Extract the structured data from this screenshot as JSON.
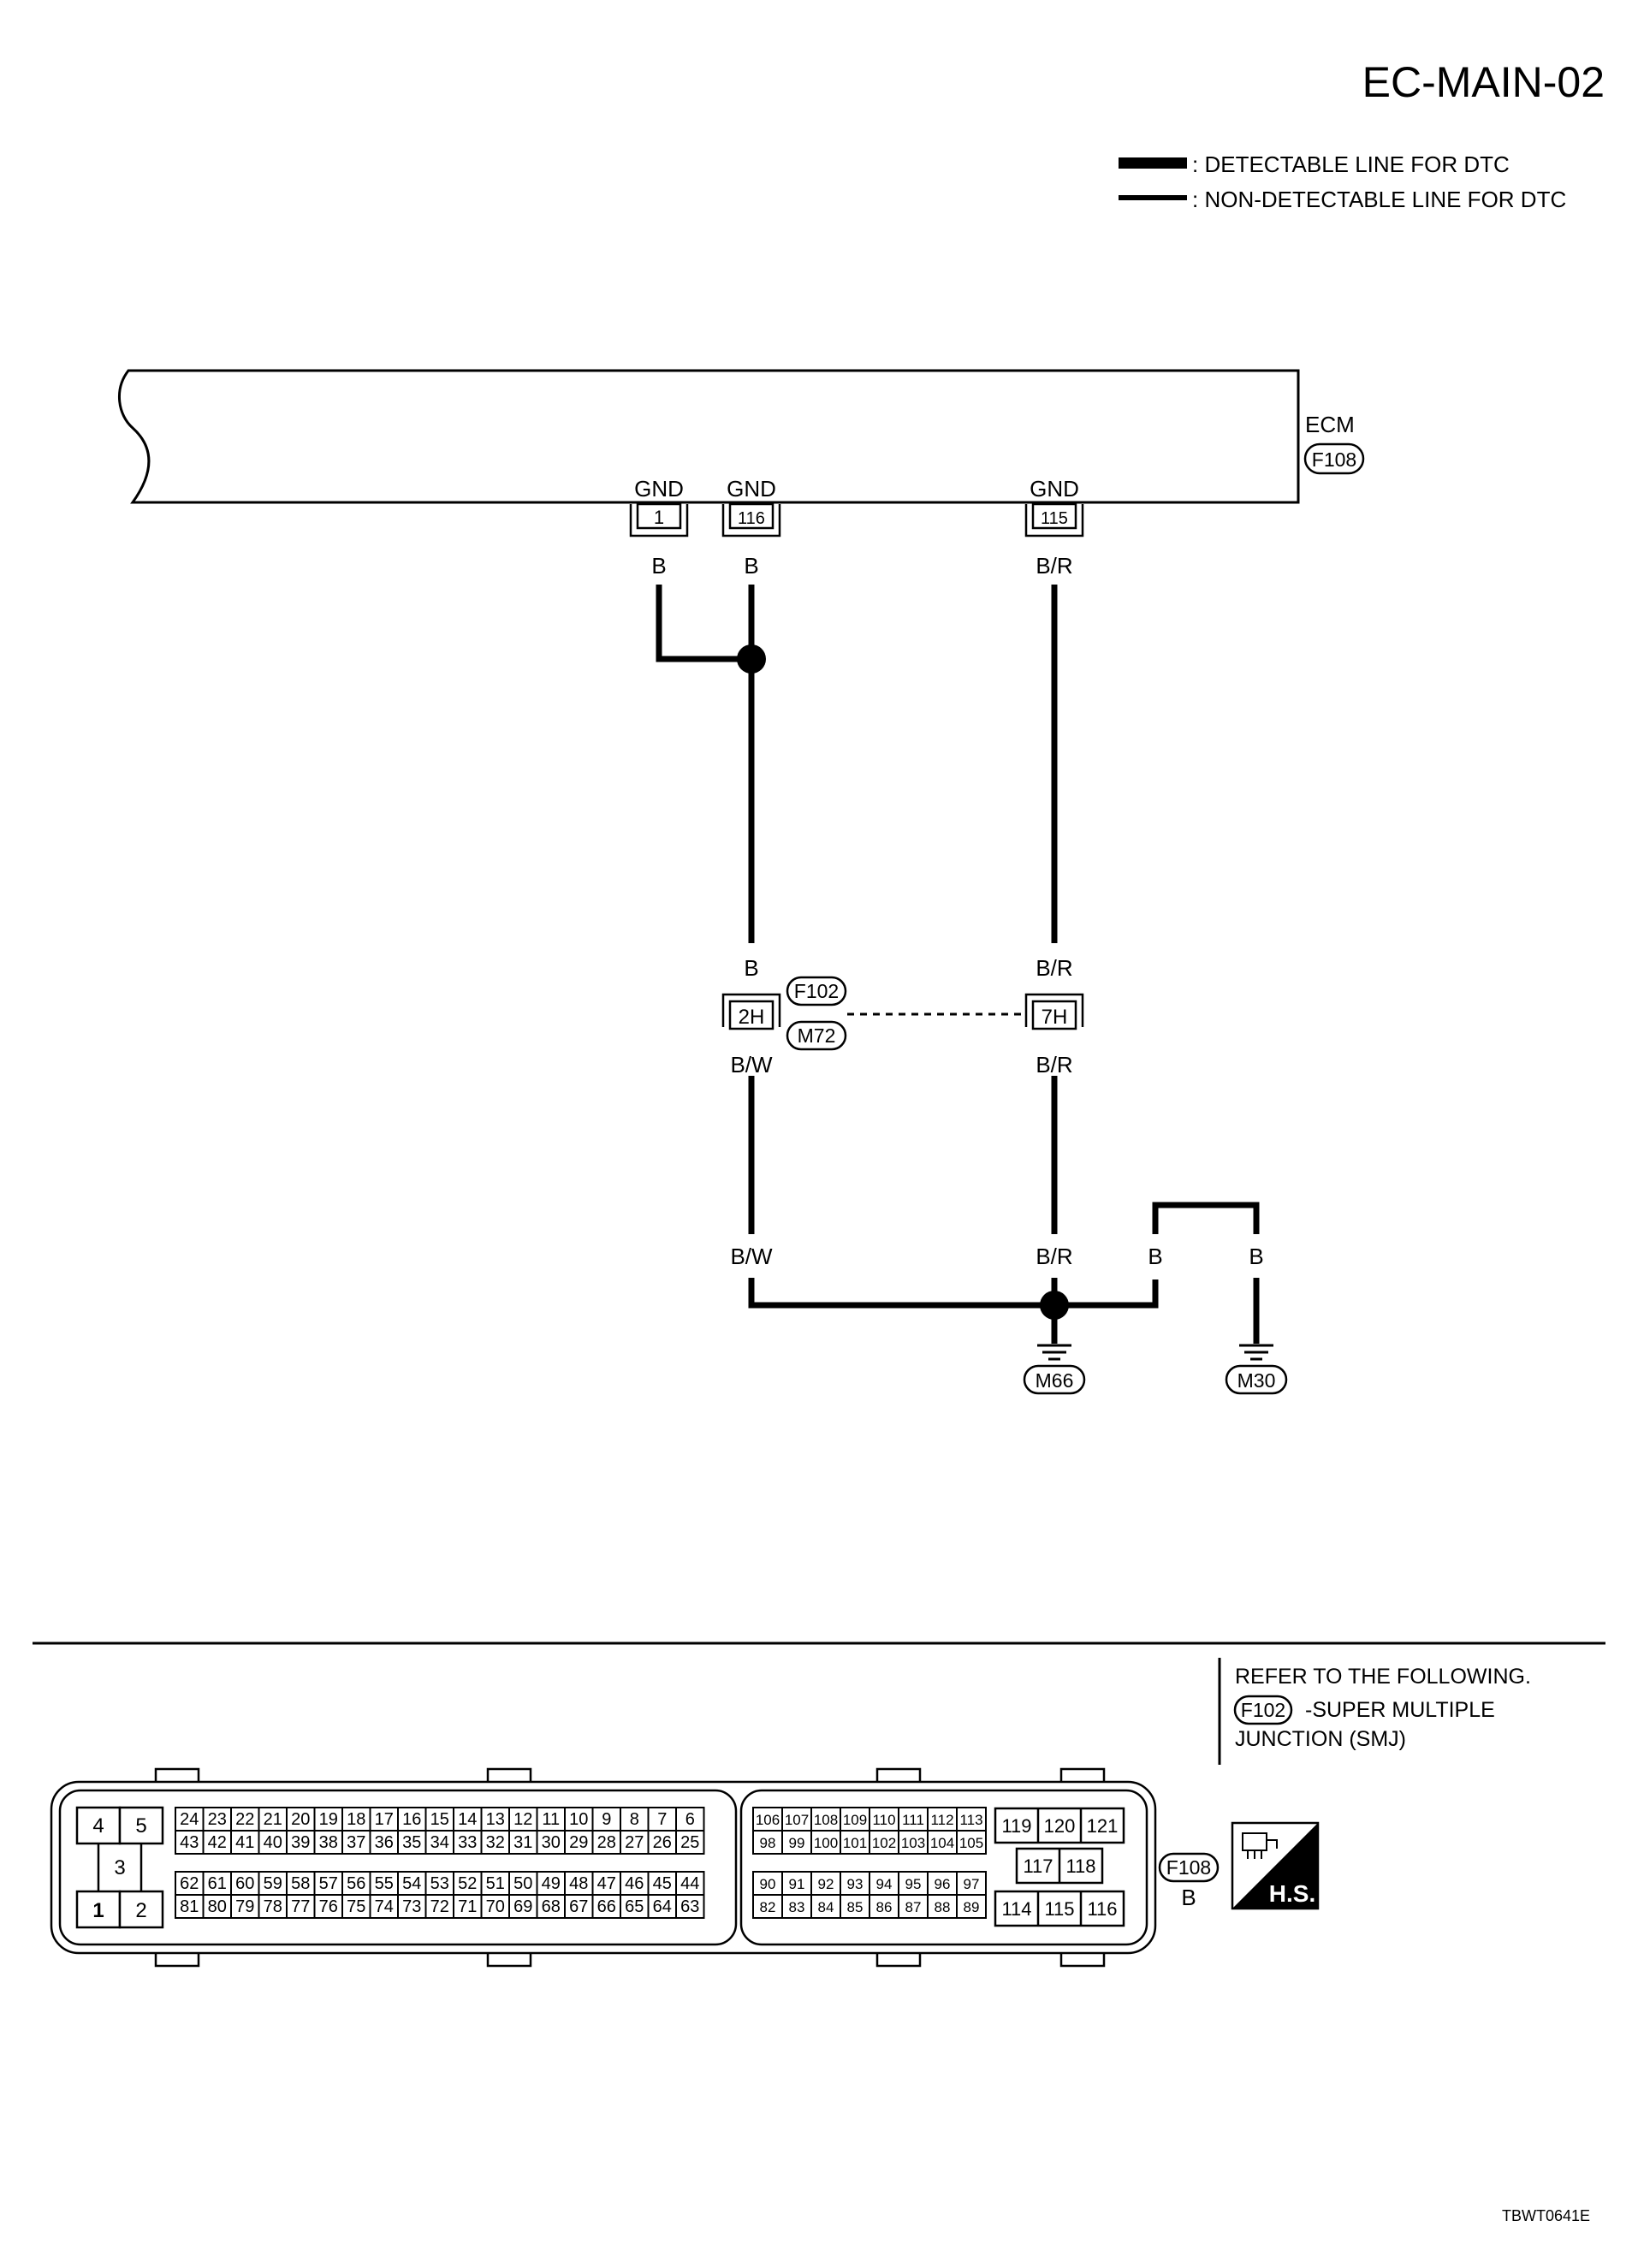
{
  "page": {
    "title": "EC-MAIN-02",
    "figure_code": "TBWT0641E"
  },
  "legend": {
    "detectable": ": DETECTABLE LINE FOR DTC",
    "non_detectable": ": NON-DETECTABLE LINE FOR DTC"
  },
  "ecm": {
    "label": "ECM",
    "connector": "F108",
    "terminals": [
      {
        "name": "GND",
        "pin": "1",
        "wire": "B"
      },
      {
        "name": "GND",
        "pin": "116",
        "wire": "B"
      },
      {
        "name": "GND",
        "pin": "115",
        "wire": "B/R"
      }
    ]
  },
  "junction": {
    "connector_top": "F102",
    "connector_bottom": "M72",
    "left": {
      "pin": "2H",
      "wire_in": "B",
      "wire_out": "B/W"
    },
    "right": {
      "pin": "7H",
      "wire_in": "B/R",
      "wire_out": "B/R"
    }
  },
  "grounds": {
    "wire_bw": "B/W",
    "wire_br": "B/R",
    "wire_b1": "B",
    "wire_b2": "B",
    "ground_1": "M66",
    "ground_2": "M30"
  },
  "refer": {
    "heading": "REFER TO THE FOLLOWING.",
    "connector": "F102",
    "line1": "-SUPER MULTIPLE",
    "line2": "JUNCTION (SMJ)"
  },
  "connector_face": {
    "code": "F108",
    "color": "B",
    "badge": "H.S.",
    "block1_top": [
      "4",
      "5"
    ],
    "block1_mid": "3",
    "block1_bottom": [
      "1",
      "2"
    ],
    "block2_row1": [
      "24",
      "23",
      "22",
      "21",
      "20",
      "19",
      "18",
      "17",
      "16",
      "15",
      "14",
      "13",
      "12",
      "11",
      "10",
      "9",
      "8",
      "7",
      "6"
    ],
    "block2_row2": [
      "43",
      "42",
      "41",
      "40",
      "39",
      "38",
      "37",
      "36",
      "35",
      "34",
      "33",
      "32",
      "31",
      "30",
      "29",
      "28",
      "27",
      "26",
      "25"
    ],
    "block2_row3": [
      "62",
      "61",
      "60",
      "59",
      "58",
      "57",
      "56",
      "55",
      "54",
      "53",
      "52",
      "51",
      "50",
      "49",
      "48",
      "47",
      "46",
      "45",
      "44"
    ],
    "block2_row4": [
      "81",
      "80",
      "79",
      "78",
      "77",
      "76",
      "75",
      "74",
      "73",
      "72",
      "71",
      "70",
      "69",
      "68",
      "67",
      "66",
      "65",
      "64",
      "63"
    ],
    "block3_row1": [
      "106",
      "107",
      "108",
      "109",
      "110",
      "111",
      "112",
      "113"
    ],
    "block3_row2": [
      "98",
      "99",
      "100",
      "101",
      "102",
      "103",
      "104",
      "105"
    ],
    "block3_row3": [
      "90",
      "91",
      "92",
      "93",
      "94",
      "95",
      "96",
      "97"
    ],
    "block3_row4": [
      "82",
      "83",
      "84",
      "85",
      "86",
      "87",
      "88",
      "89"
    ],
    "block4_top": [
      "119",
      "120",
      "121"
    ],
    "block4_mid": [
      "117",
      "118"
    ],
    "block4_bottom": [
      "114",
      "115",
      "116"
    ]
  }
}
